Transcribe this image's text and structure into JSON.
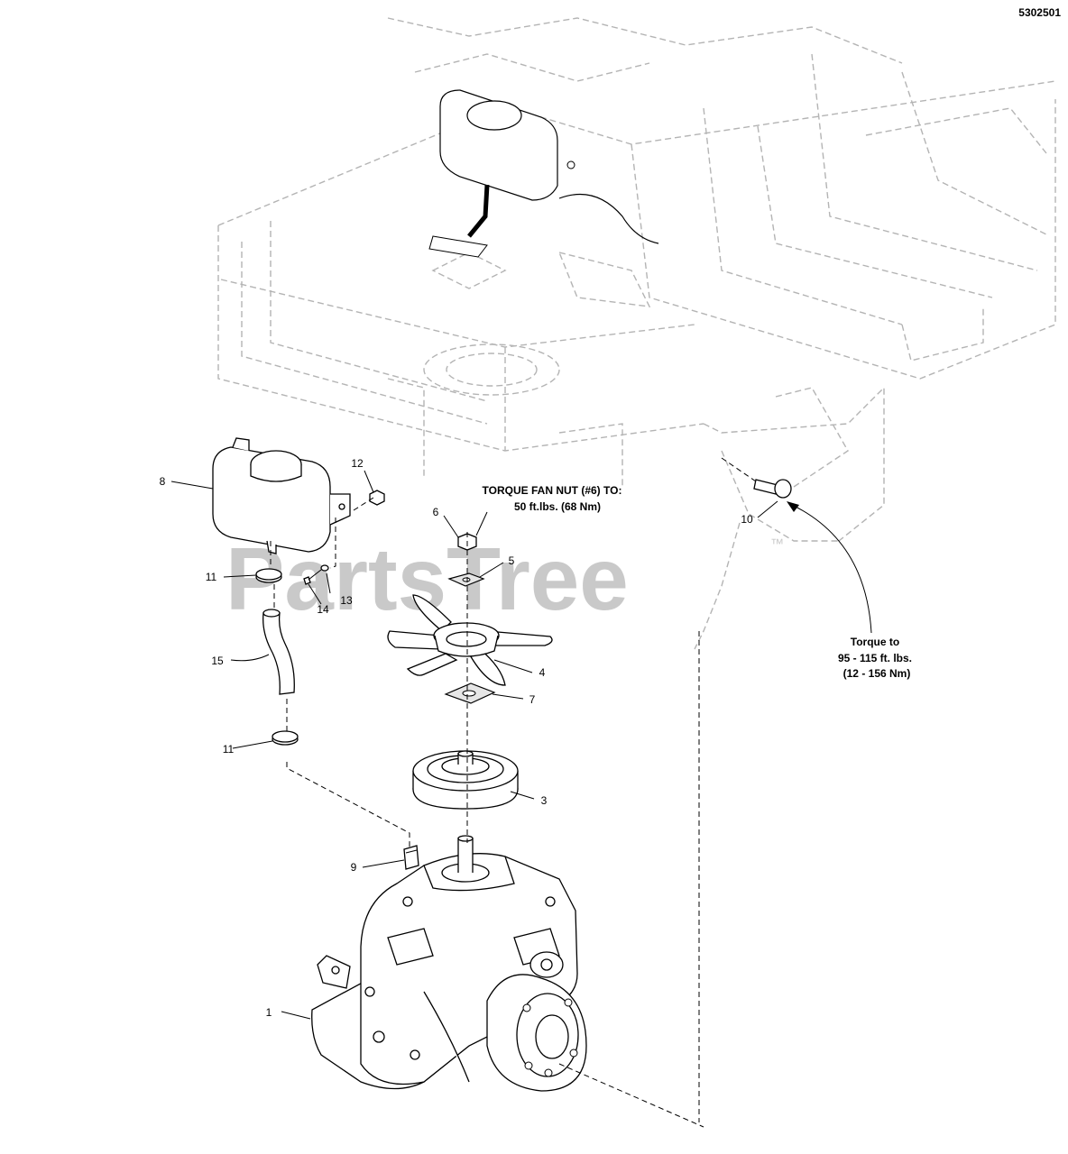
{
  "diagram_id": "5302501",
  "watermark": "PartsTree",
  "trademark": "™",
  "torque_fan_note": [
    "TORQUE FAN NUT (#6) TO:",
    "50 ft.lbs. (68 Nm)"
  ],
  "torque_bolt_note": [
    "Torque to",
    "95 - 115 ft. lbs.",
    "(12 - 156 Nm)"
  ],
  "callouts": {
    "p1": "1",
    "p3": "3",
    "p4": "4",
    "p5": "5",
    "p6": "6",
    "p7": "7",
    "p8": "8",
    "p9": "9",
    "p10": "10",
    "p11a": "11",
    "p11b": "11",
    "p12": "12",
    "p13": "13",
    "p14": "14",
    "p15": "15"
  }
}
